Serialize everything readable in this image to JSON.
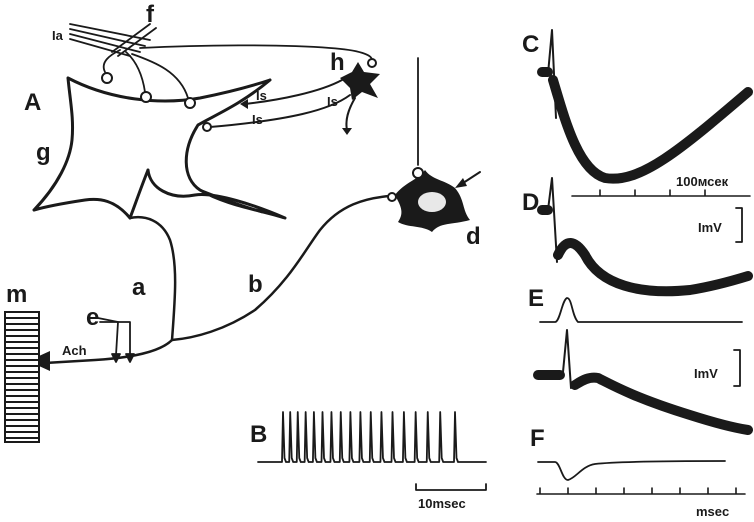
{
  "labels": {
    "A": "A",
    "B": "B",
    "C": "C",
    "D": "D",
    "E": "E",
    "F": "F",
    "a": "a",
    "b": "b",
    "d": "d",
    "e": "e",
    "f": "f",
    "g": "g",
    "h": "h",
    "m": "m",
    "Ia": "Ia",
    "Is1": "Is",
    "Is2": "Is",
    "Is3": "Is",
    "Ach": "Ach"
  },
  "scales": {
    "time_C": "100мсек",
    "volt_D": "ImV",
    "volt_E": "ImV",
    "time_B": "10msec",
    "time_F": "msec"
  }
}
